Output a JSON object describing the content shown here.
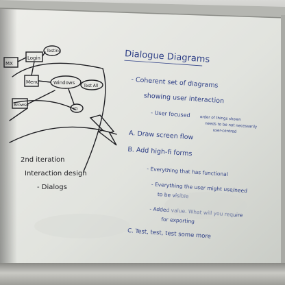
{
  "board": {
    "title": "Dialogue Diagrams",
    "point1": "- Coherent set of diagrams",
    "point1b": "showing user interaction",
    "point1c": "- User focused",
    "note1": "order of things shown",
    "note2": "needs to be not necessarily",
    "note3": "user-centred",
    "point2": "A. Draw screen flow",
    "point3": "B. Add high-fi forms",
    "sub1": "- Everything that has functional",
    "sub2": "- Everything the user might use/need",
    "sub2b": "to be visible",
    "sub3": "- Added value. What will you require",
    "sub3b": "for exporting",
    "point4": "C. Test, test, test some more"
  },
  "diagram": {
    "label1": "MX",
    "label2": "Login",
    "label3": "Testing",
    "label4": "Menu",
    "label5": "Windows",
    "label6": "Test All",
    "label7": "Browse",
    "label8": "ID",
    "caption1": "2nd iteration",
    "caption2": "Interaction design",
    "caption3": "- Dialogs"
  },
  "colors": {
    "whiteboard": "#e4e6e1",
    "ink_blue": "#2e3f86",
    "ink_black": "#1e1e22"
  }
}
